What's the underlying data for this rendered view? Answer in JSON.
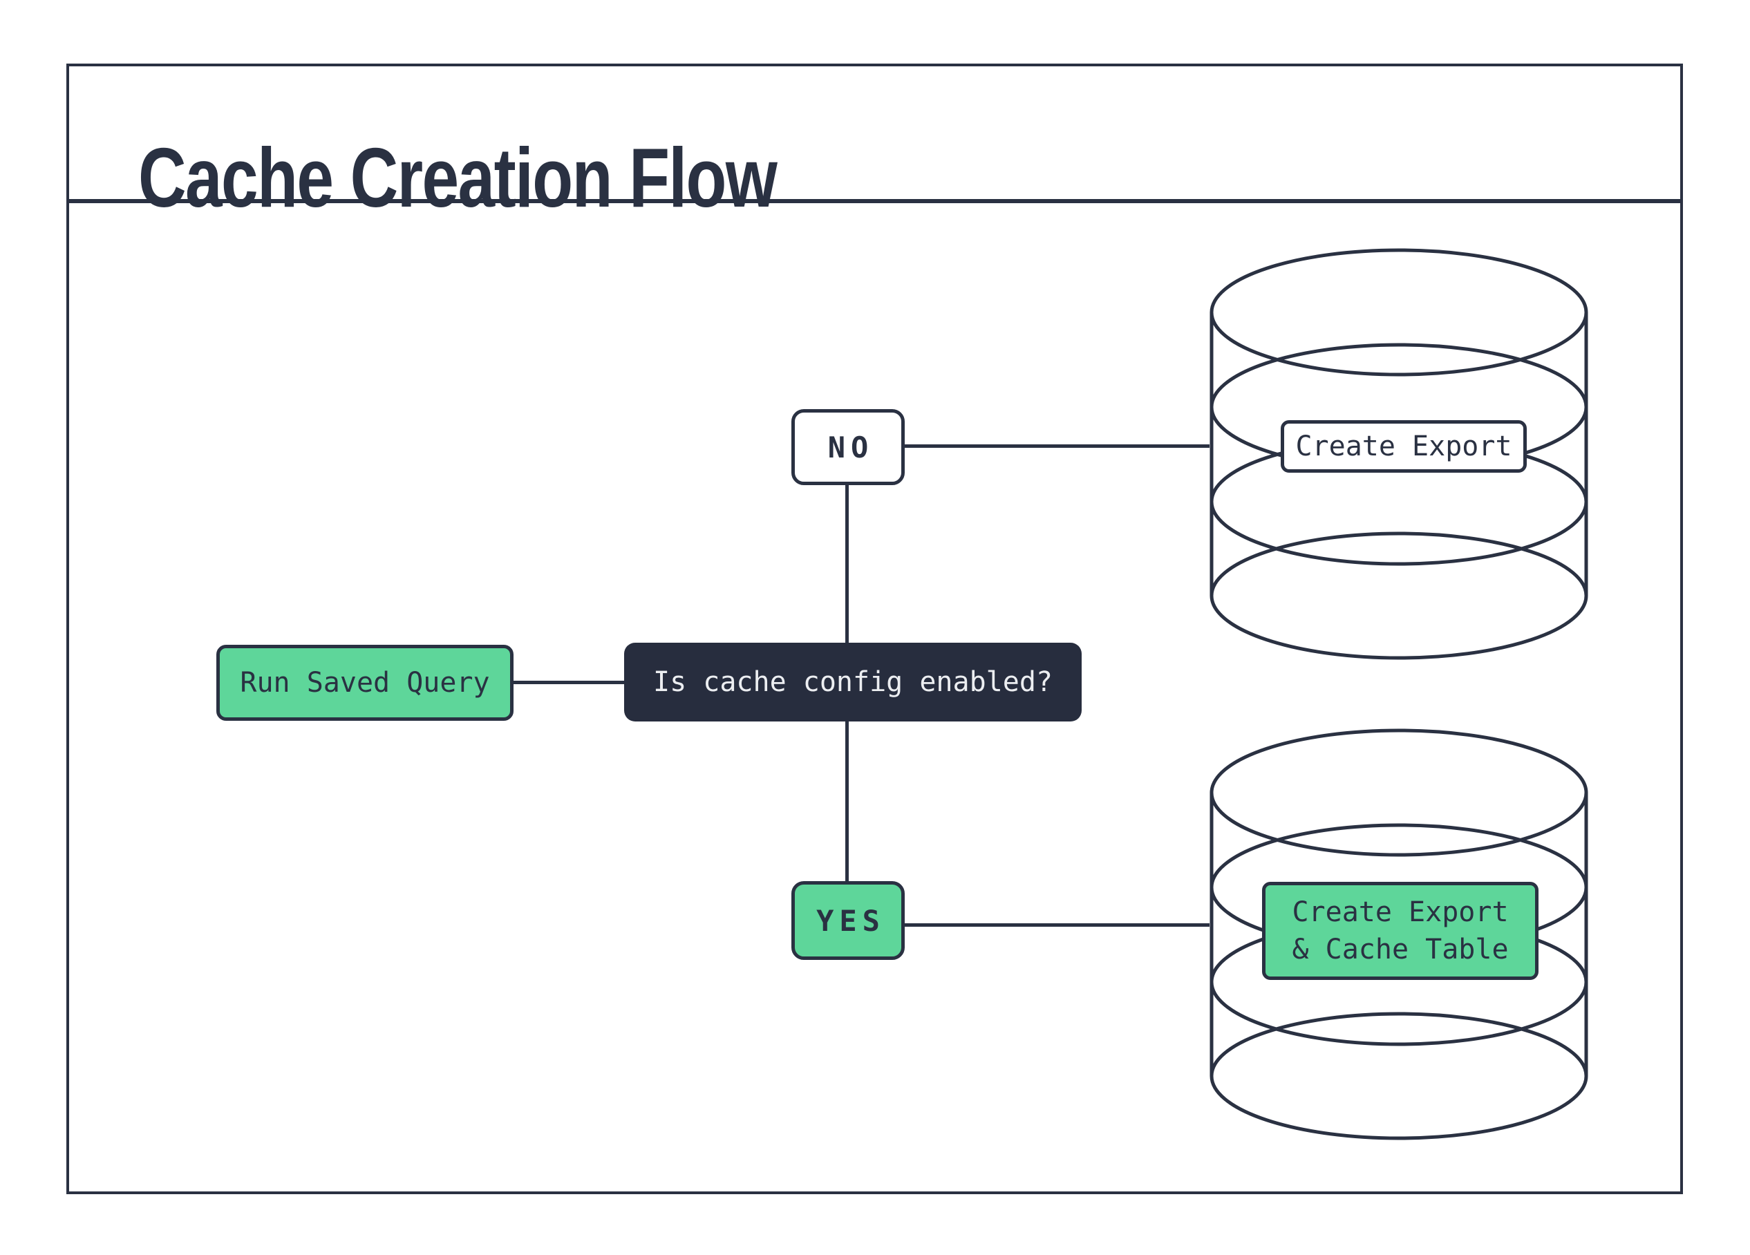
{
  "title": "Cache Creation Flow",
  "colors": {
    "ink": "#2a3142",
    "green": "#5ed69a",
    "node_dark_bg": "#272d3e",
    "light_text": "#eceef1",
    "paper": "#ffffff"
  },
  "nodes": {
    "start": {
      "label": "Run Saved Query"
    },
    "decision": {
      "label": "Is cache config enabled?"
    },
    "branch_no": {
      "label": "NO"
    },
    "branch_yes": {
      "label": "YES"
    },
    "outcome_no": {
      "label": "Create Export"
    },
    "outcome_yes": {
      "label_line1": "Create Export",
      "label_line2": "& Cache Table"
    }
  }
}
